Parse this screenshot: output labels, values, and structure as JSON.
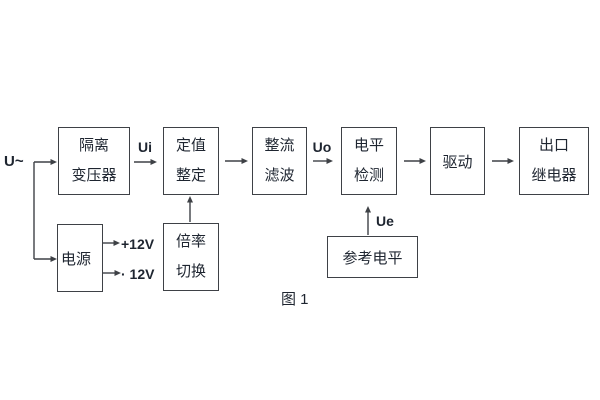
{
  "figure": {
    "caption": "图 1",
    "colors": {
      "line": "#3e4146",
      "text": "#1e2530",
      "bg": "#ffffff"
    },
    "input": {
      "label": "U~"
    },
    "signals": {
      "ui": "Ui",
      "uo": "Uo",
      "ue": "Ue"
    },
    "power_rails": {
      "plus": "+12V",
      "minus": "· 12V"
    },
    "blocks": {
      "isolation_transformer": {
        "line1": "隔离",
        "line2": "变压器"
      },
      "value_setting": {
        "line1": "定值",
        "line2": "整定"
      },
      "rectifier_filter": {
        "line1": "整流",
        "line2": "滤波"
      },
      "level_detection": {
        "line1": "电平",
        "line2": "检测"
      },
      "driver": {
        "line1": "驱动"
      },
      "output_relay": {
        "line1": "出口",
        "line2": "继电器"
      },
      "power_supply": {
        "line1": "电源"
      },
      "ratio_switching": {
        "line1": "倍率",
        "line2": "切换"
      },
      "reference_level": {
        "line1": "参考电平"
      }
    }
  }
}
